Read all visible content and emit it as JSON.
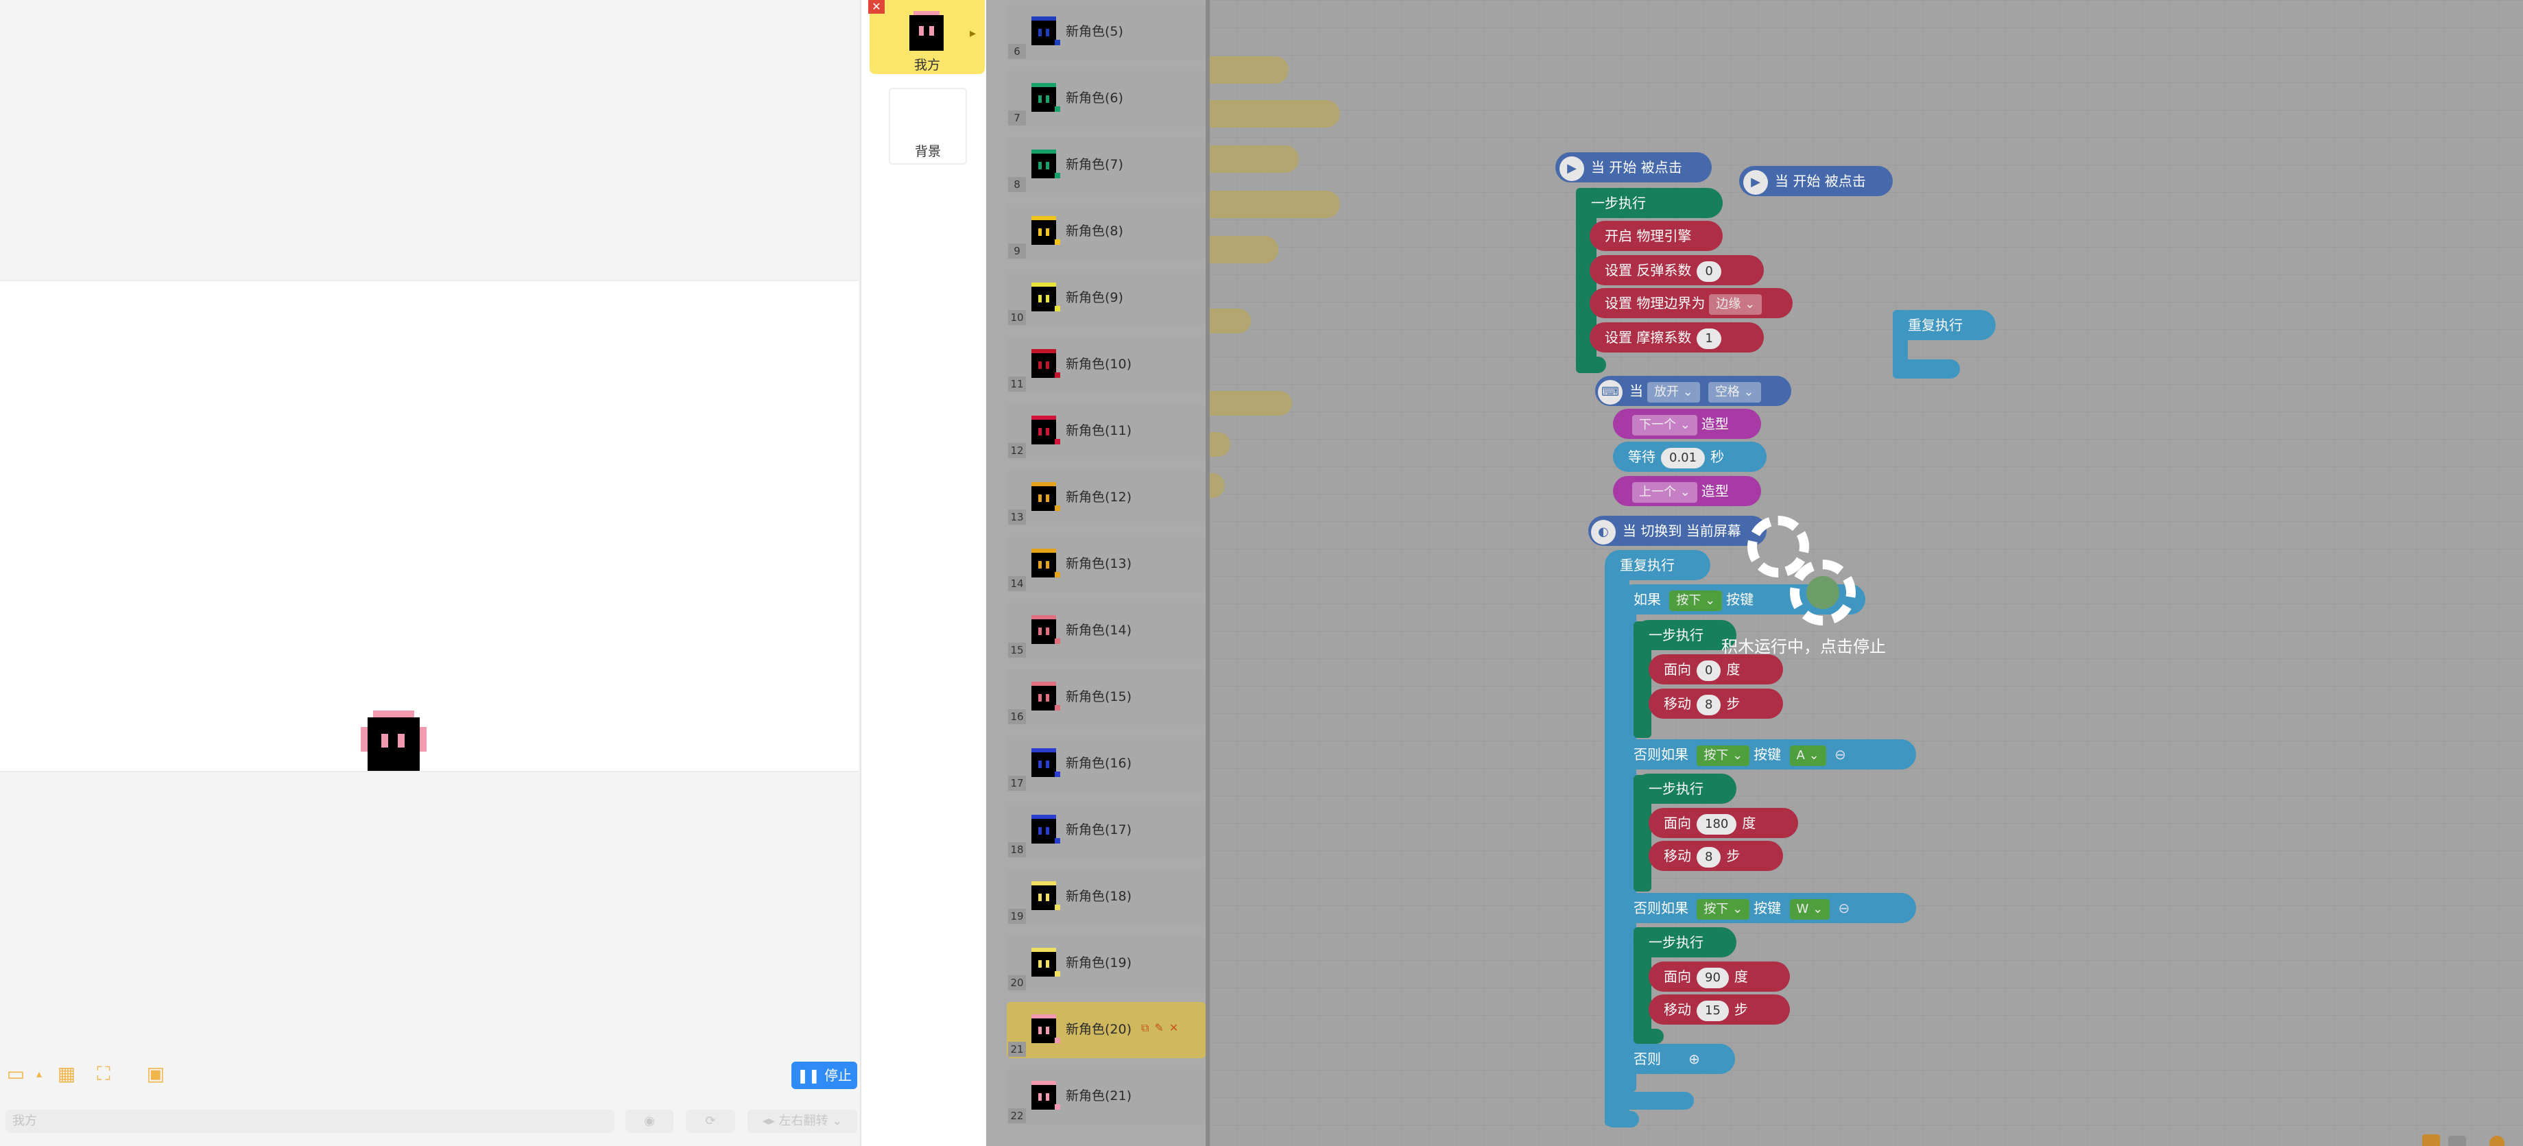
{
  "stage": {
    "stop_label": "停止",
    "name_placeholder": "我方",
    "direction_label": "左右翻转"
  },
  "targets": {
    "me_label": "我方",
    "bg_label": "背景"
  },
  "sprites": [
    {
      "num": "6",
      "name": "新角色(5)",
      "color": "#1f3fbf"
    },
    {
      "num": "7",
      "name": "新角色(6)",
      "color": "#19a36a"
    },
    {
      "num": "8",
      "name": "新角色(7)",
      "color": "#15a06a"
    },
    {
      "num": "9",
      "name": "新角色(8)",
      "color": "#f0c419"
    },
    {
      "num": "10",
      "name": "新角色(9)",
      "color": "#e8e33a"
    },
    {
      "num": "11",
      "name": "新角色(10)",
      "color": "#c0152b"
    },
    {
      "num": "12",
      "name": "新角色(11)",
      "color": "#d0143a"
    },
    {
      "num": "13",
      "name": "新角色(12)",
      "color": "#e4a31a"
    },
    {
      "num": "14",
      "name": "新角色(13)",
      "color": "#e4a31a"
    },
    {
      "num": "15",
      "name": "新角色(14)",
      "color": "#e07080"
    },
    {
      "num": "16",
      "name": "新角色(15)",
      "color": "#e07080"
    },
    {
      "num": "17",
      "name": "新角色(16)",
      "color": "#2a3fcf"
    },
    {
      "num": "18",
      "name": "新角色(17)",
      "color": "#2a3fcf"
    },
    {
      "num": "19",
      "name": "新角色(18)",
      "color": "#f0e060"
    },
    {
      "num": "20",
      "name": "新角色(19)",
      "color": "#f0e060"
    },
    {
      "num": "21",
      "name": "新角色(20)",
      "color": "#f29ab0",
      "selected": true
    },
    {
      "num": "22",
      "name": "新角色(21)",
      "color": "#f29ab0"
    }
  ],
  "blocks": {
    "when_start_1": "当 开始 被点击",
    "when_start_2": "当 开始 被点击",
    "step_exec": "一步执行",
    "physics_on": "开启 物理引擎",
    "set_bounce": "设置 反弹系数",
    "bounce_val": "0",
    "set_border": "设置 物理边界为",
    "border_val": "边缘",
    "set_friction": "设置 摩擦系数",
    "friction_val": "1",
    "when": "当",
    "release": "放开",
    "space": "空格",
    "next": "下一个",
    "costume": "造型",
    "wait": "等待",
    "wait_val": "0.01",
    "sec": "秒",
    "prev": "上一个",
    "when_switch": "当 切换到 当前屏幕",
    "forever": "重复执行",
    "forever_side": "重复执行",
    "if": "如果",
    "press": "按下",
    "key": "按键",
    "face": "面向",
    "face_0": "0",
    "deg": "度",
    "move": "移动",
    "move_8": "8",
    "steps": "步",
    "elif": "否则如果",
    "key_a": "A",
    "face_180": "180",
    "key_w": "W",
    "face_90": "90",
    "move_15": "15",
    "else": "否则",
    "running": "积木运行中，点击停止"
  },
  "colors": {
    "stop_button": "#2f8cf6",
    "selected_target": "#fce56b"
  }
}
